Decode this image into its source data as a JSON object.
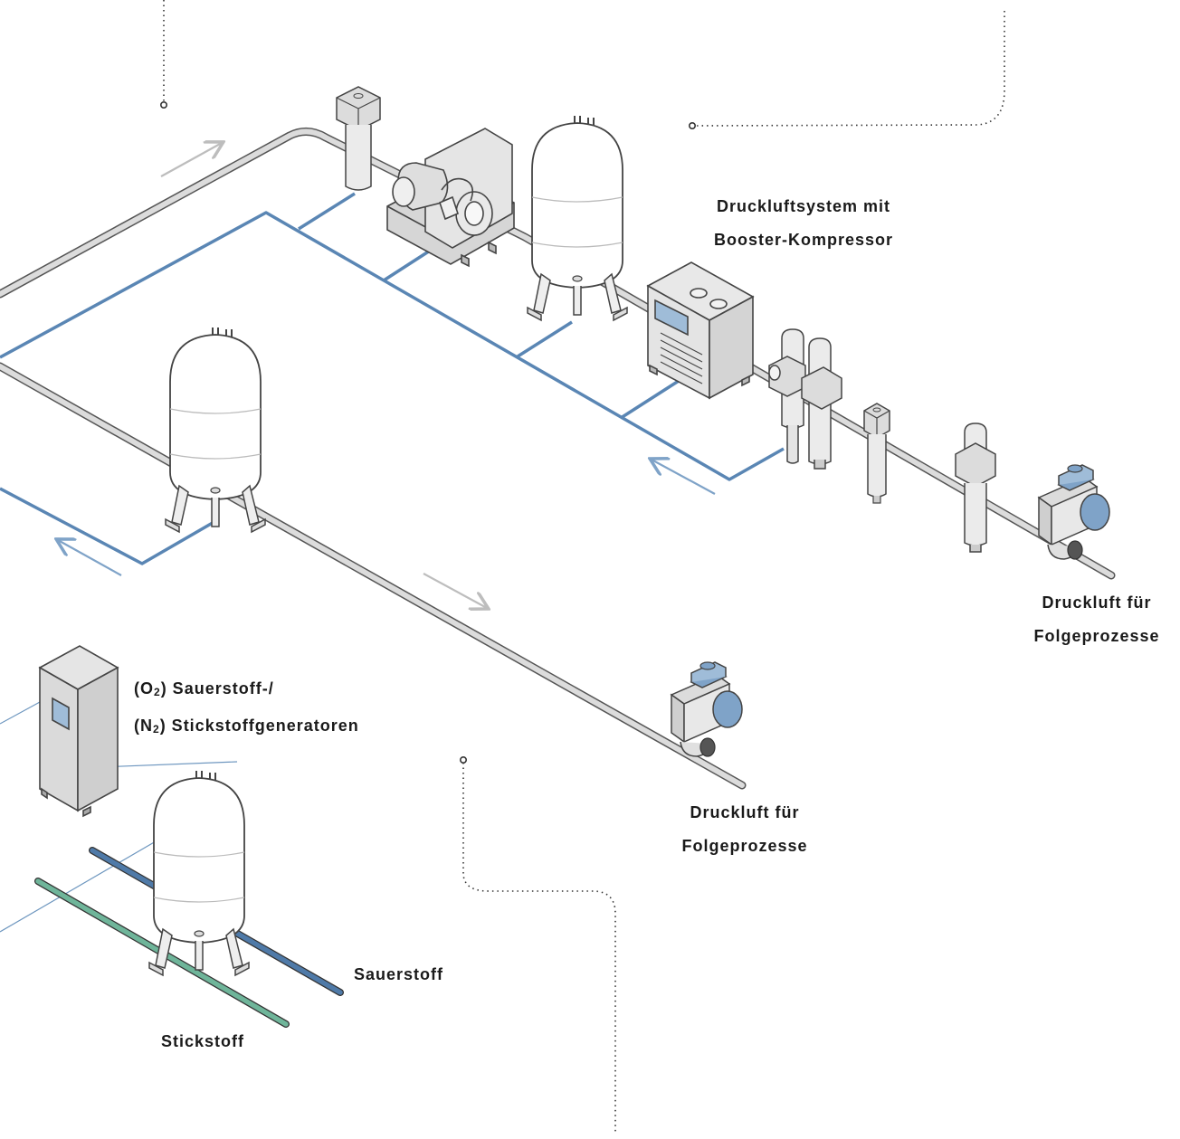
{
  "labels": {
    "booster": {
      "line1": "Druckluftsystem mit",
      "line2": "Booster-Kompressor"
    },
    "consumer_right": {
      "line1": "Druckluft für",
      "line2": "Folgeprozesse"
    },
    "consumer_mid": {
      "line1": "Druckluft für",
      "line2": "Folgeprozesse"
    },
    "generators": {
      "line1_open": "(O",
      "line1_sub": "2",
      "line1_rest": ") Sauerstoff-/",
      "line2_open": "(N",
      "line2_sub": "2",
      "line2_rest": ") Stickstoffgeneratoren"
    },
    "oxygen": "Sauerstoff",
    "nitrogen": "Stickstoff"
  },
  "colors": {
    "pipe_gray": "#c9c9c9",
    "pipe_outline": "#555555",
    "air_blue": "#5a86b4",
    "oxygen_blue": "#4f7aa8",
    "nitrogen_green": "#6fb59a",
    "equipment_fill": "#e5e5e5",
    "instrument_blue": "#7fa3c8",
    "dotted": "#333333"
  },
  "icons": [
    "filter-icon",
    "compressor-icon",
    "tank-icon",
    "dryer-icon",
    "flowmeter-icon",
    "generator-cabinet-icon",
    "flow-arrow-icon"
  ]
}
